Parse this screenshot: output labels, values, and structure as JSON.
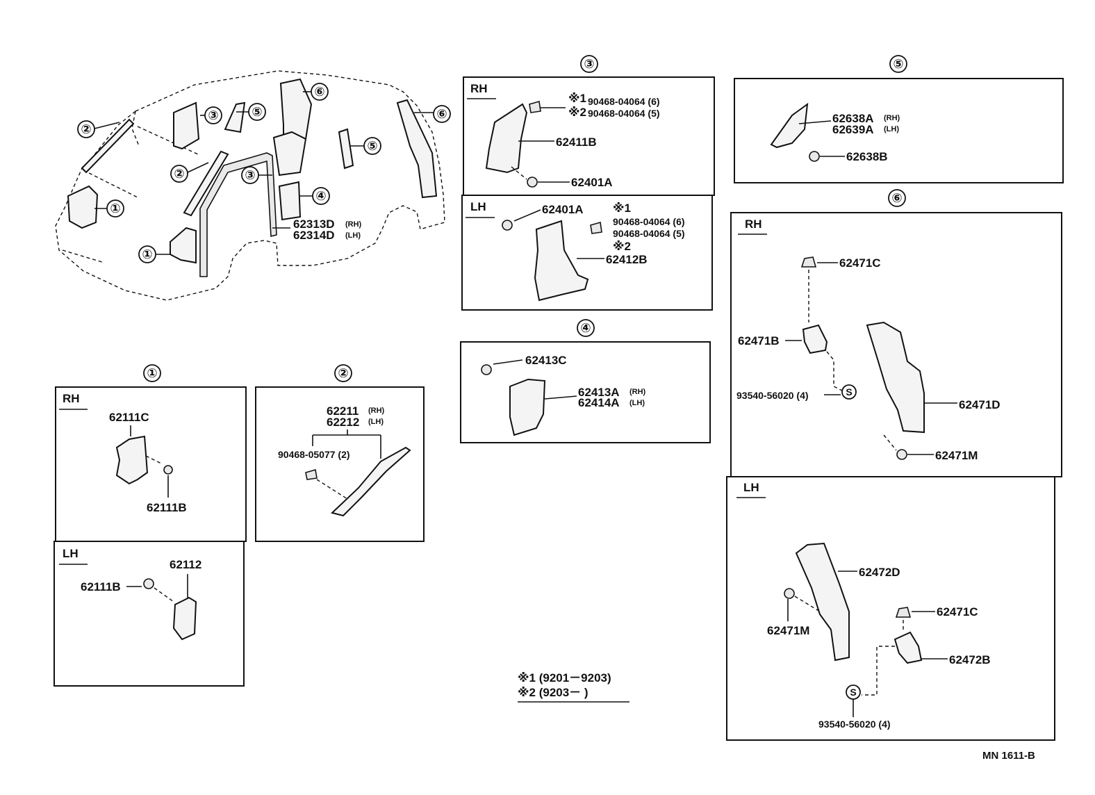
{
  "overview": {
    "labels": {
      "c1a": "①",
      "c1b": "①",
      "c2a": "②",
      "c2b": "②",
      "c3a": "③",
      "c3b": "③",
      "c4": "④",
      "c5a": "⑤",
      "c5b": "⑤",
      "c6a": "⑥",
      "c6b": "⑥"
    },
    "part_rh": "62313D",
    "part_rh_side": "(RH)",
    "part_lh": "62314D",
    "part_lh_side": "(LH)"
  },
  "panel1": {
    "number": "①",
    "rh": {
      "side": "RH",
      "part_a": "62111C",
      "part_b": "62111B"
    },
    "lh": {
      "side": "LH",
      "part_a": "62112",
      "part_b": "62111B"
    }
  },
  "panel2": {
    "number": "②",
    "part_rh": "62211",
    "part_rh_side": "(RH)",
    "part_lh": "62212",
    "part_lh_side": "(LH)",
    "clip": "90468-05077 (2)"
  },
  "panel3": {
    "number": "③",
    "rh": {
      "side": "RH",
      "note1": "※1",
      "note1_part": "90468-04064 (6)",
      "note2": "※2",
      "note2_part": "90468-04064 (5)",
      "pillar": "62411B",
      "clip": "62401A"
    },
    "lh": {
      "side": "LH",
      "clip": "62401A",
      "note1": "※1",
      "note1_part": "90468-04064 (6)",
      "note2_part": "90468-04064 (5)",
      "note2": "※2",
      "pillar": "62412B"
    }
  },
  "panel4": {
    "number": "④",
    "clip": "62413C",
    "part_rh": "62413A",
    "part_rh_side": "(RH)",
    "part_lh": "62414A",
    "part_lh_side": "(LH)"
  },
  "panel5": {
    "number": "⑤",
    "part_rh": "62638A",
    "part_rh_side": "(RH)",
    "part_lh": "62639A",
    "part_lh_side": "(LH)",
    "clip": "62638B"
  },
  "panel6": {
    "number": "⑥",
    "rh": {
      "side": "RH",
      "cap": "62471C",
      "cover": "62471B",
      "screw": "93540-56020 (4)",
      "s_mark": "S",
      "trim": "62471D",
      "clip": "62471M"
    },
    "lh": {
      "side": "LH",
      "trim": "62472D",
      "clip": "62471M",
      "cap": "62471C",
      "cover": "62472B",
      "s_mark": "S",
      "screw": "93540-56020 (4)"
    }
  },
  "legend": {
    "line1": "※1 (9201－9203)",
    "line2": "※2 (9203－        )"
  },
  "footer": {
    "code": "MN  1611-B"
  }
}
